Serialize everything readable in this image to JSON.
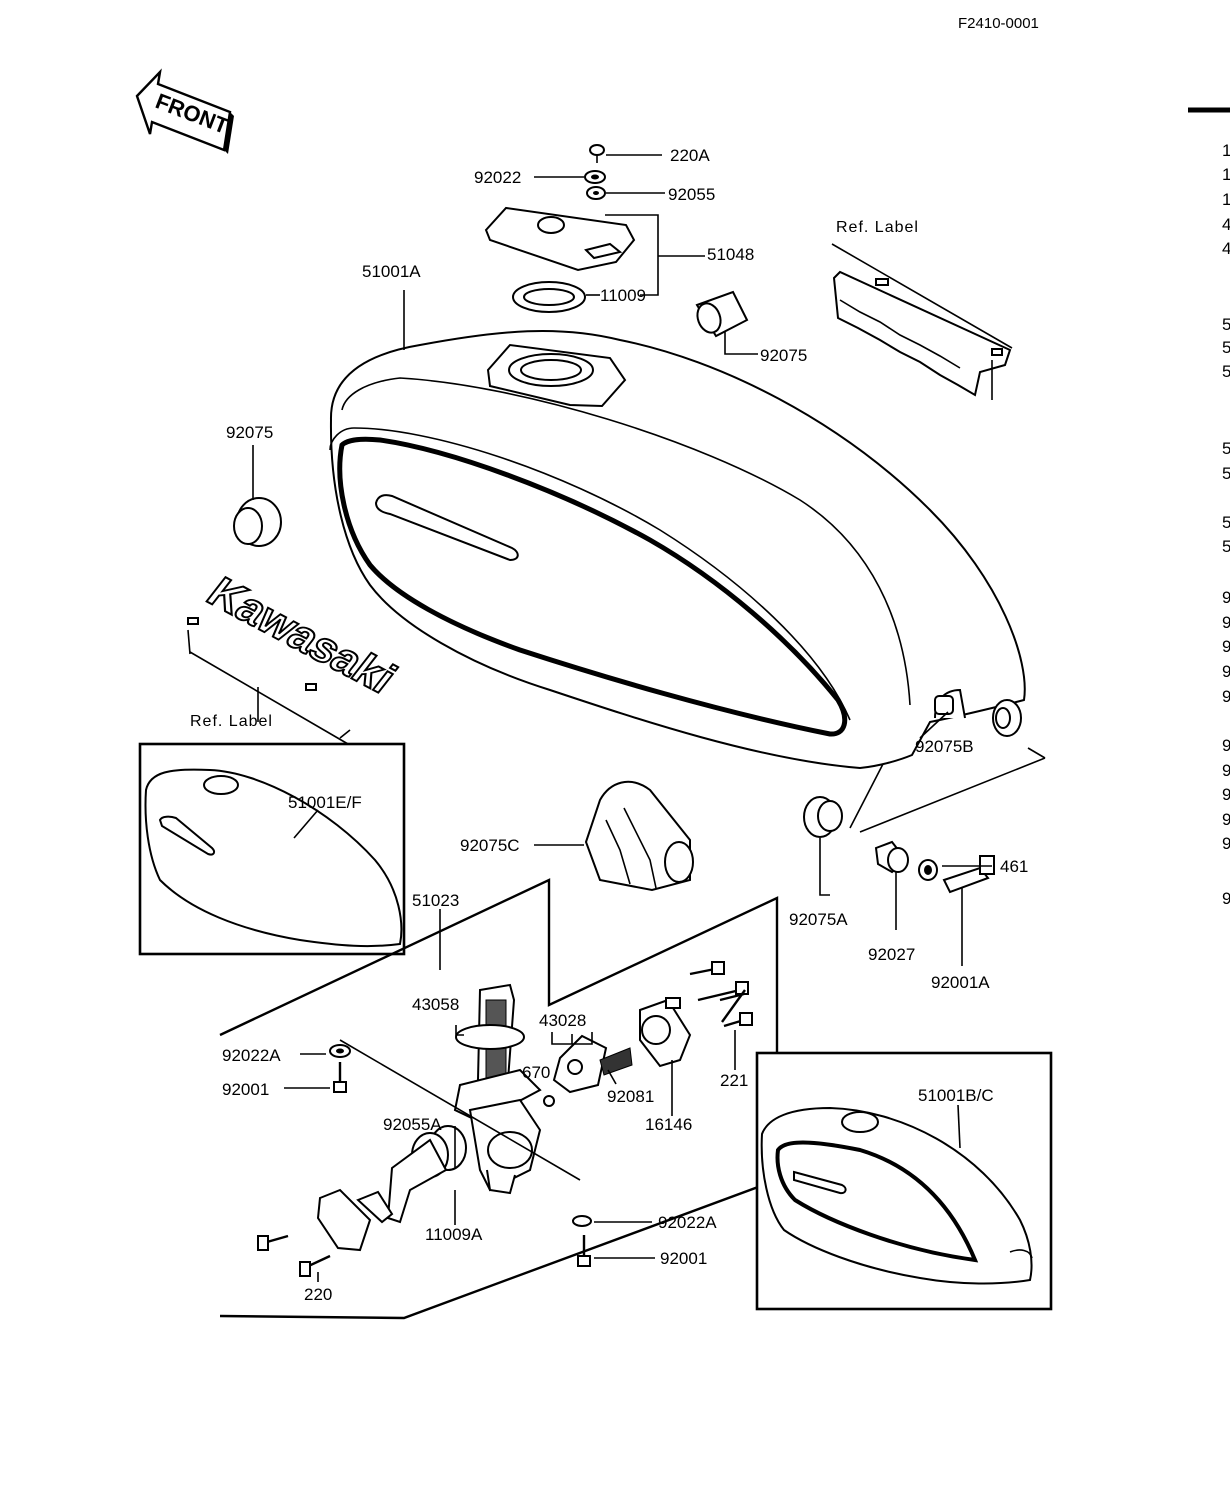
{
  "figure_code": "F2410-0001",
  "front_label": "FRONT",
  "logo_text": "Kawasaki",
  "ref_label": "Ref.  Label",
  "parts": {
    "p220A": "220A",
    "p92022": "92022",
    "p92055": "92055",
    "p51048": "51048",
    "p11009": "11009",
    "p51001A": "51001A",
    "p92075_top": "92075",
    "p92075_left": "92075",
    "p92075B": "92075B",
    "p461": "461",
    "p92075A": "92075A",
    "p92027": "92027",
    "p92001A": "92001A",
    "p92075C": "92075C",
    "p51001EF": "51001E/F",
    "p51023": "51023",
    "p43058": "43058",
    "p43028": "43028",
    "p670": "670",
    "p92081": "92081",
    "p16146": "16146",
    "p221": "221",
    "p92022A_left": "92022A",
    "p92001_left": "92001",
    "p92055A": "92055A",
    "p11009A": "11009A",
    "p220": "220",
    "p92022A_right": "92022A",
    "p92001_right": "92001",
    "p51001BC": "51001B/C"
  },
  "margin_chars": [
    "1",
    "1",
    "1",
    "4",
    "4",
    "5",
    "5",
    "5",
    "5",
    "5",
    "5",
    "5",
    "9",
    "9",
    "9",
    "9",
    "9",
    "9",
    "9",
    "9",
    "9",
    "9",
    "9"
  ]
}
